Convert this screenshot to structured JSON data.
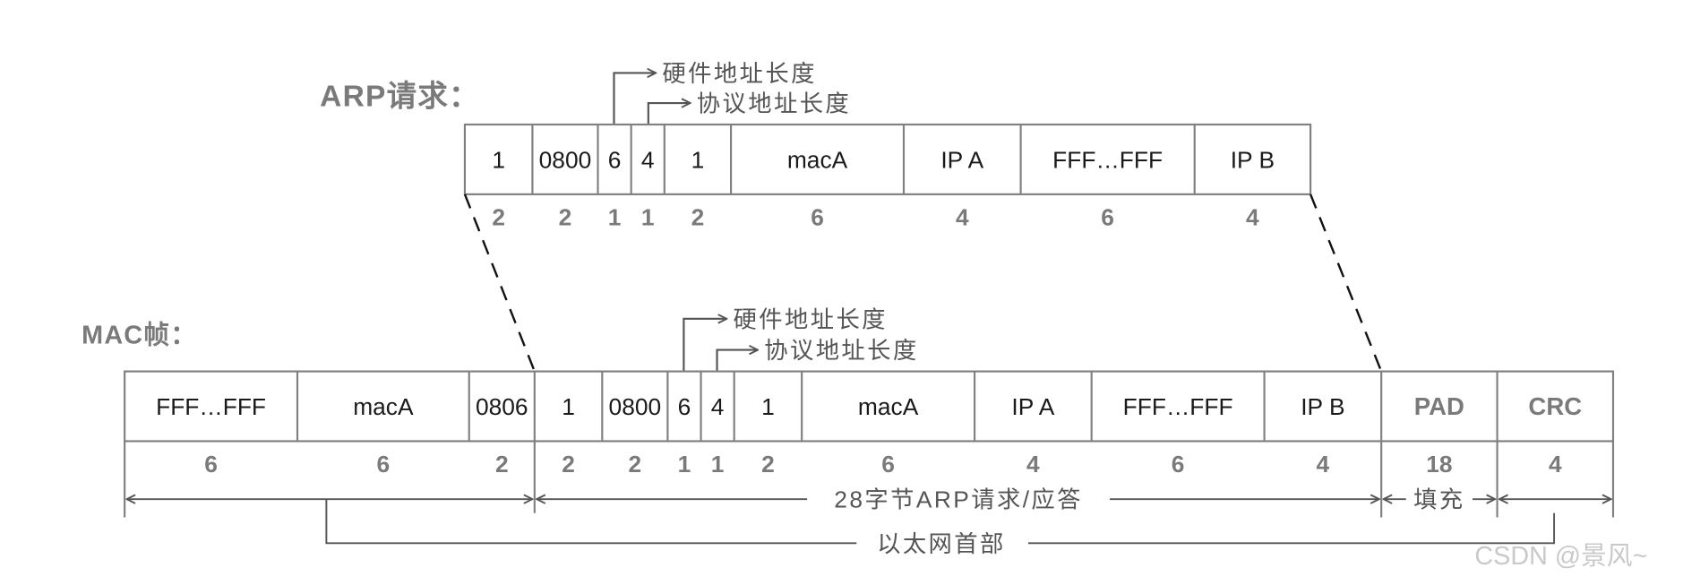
{
  "arp_request": {
    "title": "ARP请求：",
    "annotation_hw_len": "硬件地址长度",
    "annotation_proto_len": "协议地址长度",
    "fields": [
      "1",
      "0800",
      "6",
      "4",
      "1",
      "macA",
      "IP A",
      "FFF…FFF",
      "IP B"
    ],
    "sizes": [
      "2",
      "2",
      "1",
      "1",
      "2",
      "6",
      "4",
      "6",
      "4"
    ]
  },
  "mac_frame": {
    "title": "MAC帧：",
    "annotation_hw_len": "硬件地址长度",
    "annotation_proto_len": "协议地址长度",
    "fields": [
      "FFF…FFF",
      "macA",
      "0806",
      "1",
      "0800",
      "6",
      "4",
      "1",
      "macA",
      "IP A",
      "FFF…FFF",
      "IP B",
      "PAD",
      "CRC"
    ],
    "sizes": [
      "6",
      "6",
      "2",
      "2",
      "2",
      "1",
      "1",
      "2",
      "6",
      "4",
      "6",
      "4",
      "18",
      "4"
    ],
    "span_arp": "28字节ARP请求/应答",
    "span_padding": "填充",
    "span_header": "以太网首部"
  },
  "watermark": "CSDN @景风~",
  "colors": {
    "border": "#808080",
    "field_text": "#1a1a1a",
    "muted_text": "#7a7a7a",
    "annotation": "#555555",
    "watermark": "#c9c9c9",
    "dashed": "#111111"
  }
}
